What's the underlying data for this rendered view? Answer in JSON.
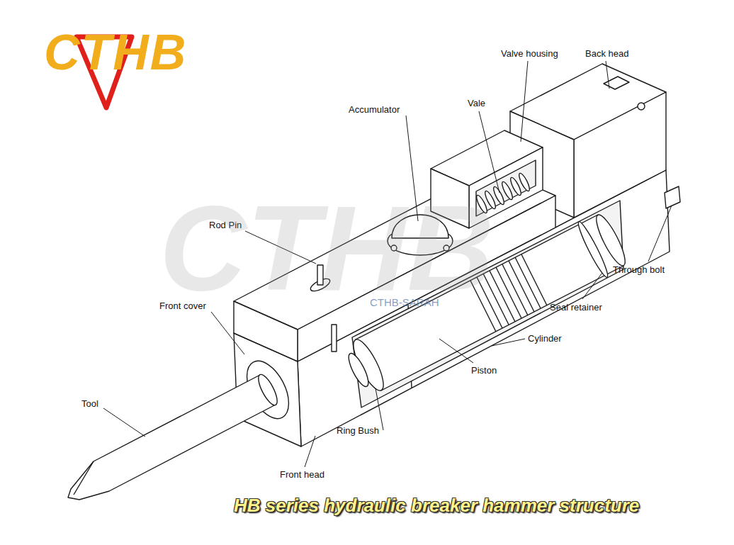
{
  "diagram": {
    "caption": "HB series hydraulic breaker hammer structure",
    "labels": [
      "CTHB",
      "Valve housing",
      "Back head",
      "Vale",
      "Accumulator",
      "Rod Pin",
      "Front cover",
      "Through bolt",
      "Seal retainer",
      "Cylinder",
      "Piston",
      "Tool",
      "Ring Bush",
      "Front head",
      "CTHB",
      "CTHB-SARAH"
    ]
  }
}
